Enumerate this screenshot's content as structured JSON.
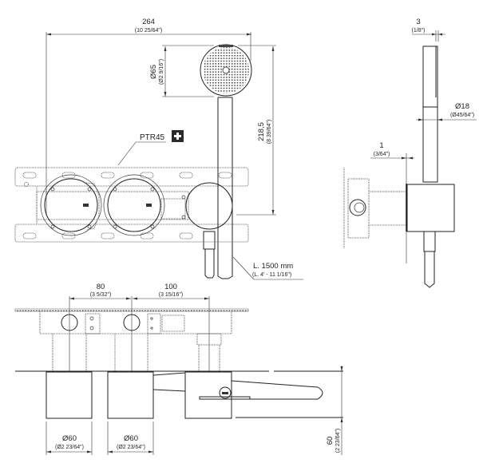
{
  "drawing": {
    "title": "Concealed thermostatic shower mixer with hand shower - dimensional drawing",
    "part_label": "PTR45",
    "part_label_icon": "plus-icon",
    "hose_length": {
      "metric": "L. 1500 mm",
      "imperial": "(L. 4' - 11 1/16\")"
    }
  },
  "dimensions": {
    "overall_width": {
      "metric": "264",
      "imperial": "(10 25/64\")"
    },
    "head_diameter": {
      "metric": "Ø65",
      "imperial": "(Ø2 9/16\")"
    },
    "height": {
      "metric": "218,5",
      "imperial": "(8 39/64\")"
    },
    "spacing_1": {
      "metric": "80",
      "imperial": "(3 5/32\")"
    },
    "spacing_2": {
      "metric": "100",
      "imperial": "(3 15/16\")"
    },
    "knob_1": {
      "metric": "Ø60",
      "imperial": "(Ø2 23/64\")"
    },
    "knob_2": {
      "metric": "Ø60",
      "imperial": "(Ø2 23/64\")"
    },
    "projection": {
      "metric": "60",
      "imperial": "(2 23/64\")"
    },
    "plate_thickness": {
      "metric": "3",
      "imperial": "(1/8\")"
    },
    "handle_diameter": {
      "metric": "Ø18",
      "imperial": "(Ø45/64\")"
    },
    "gap": {
      "metric": "1",
      "imperial": "(3/64\")"
    }
  },
  "views": [
    "front-view",
    "side-view",
    "top-view"
  ]
}
